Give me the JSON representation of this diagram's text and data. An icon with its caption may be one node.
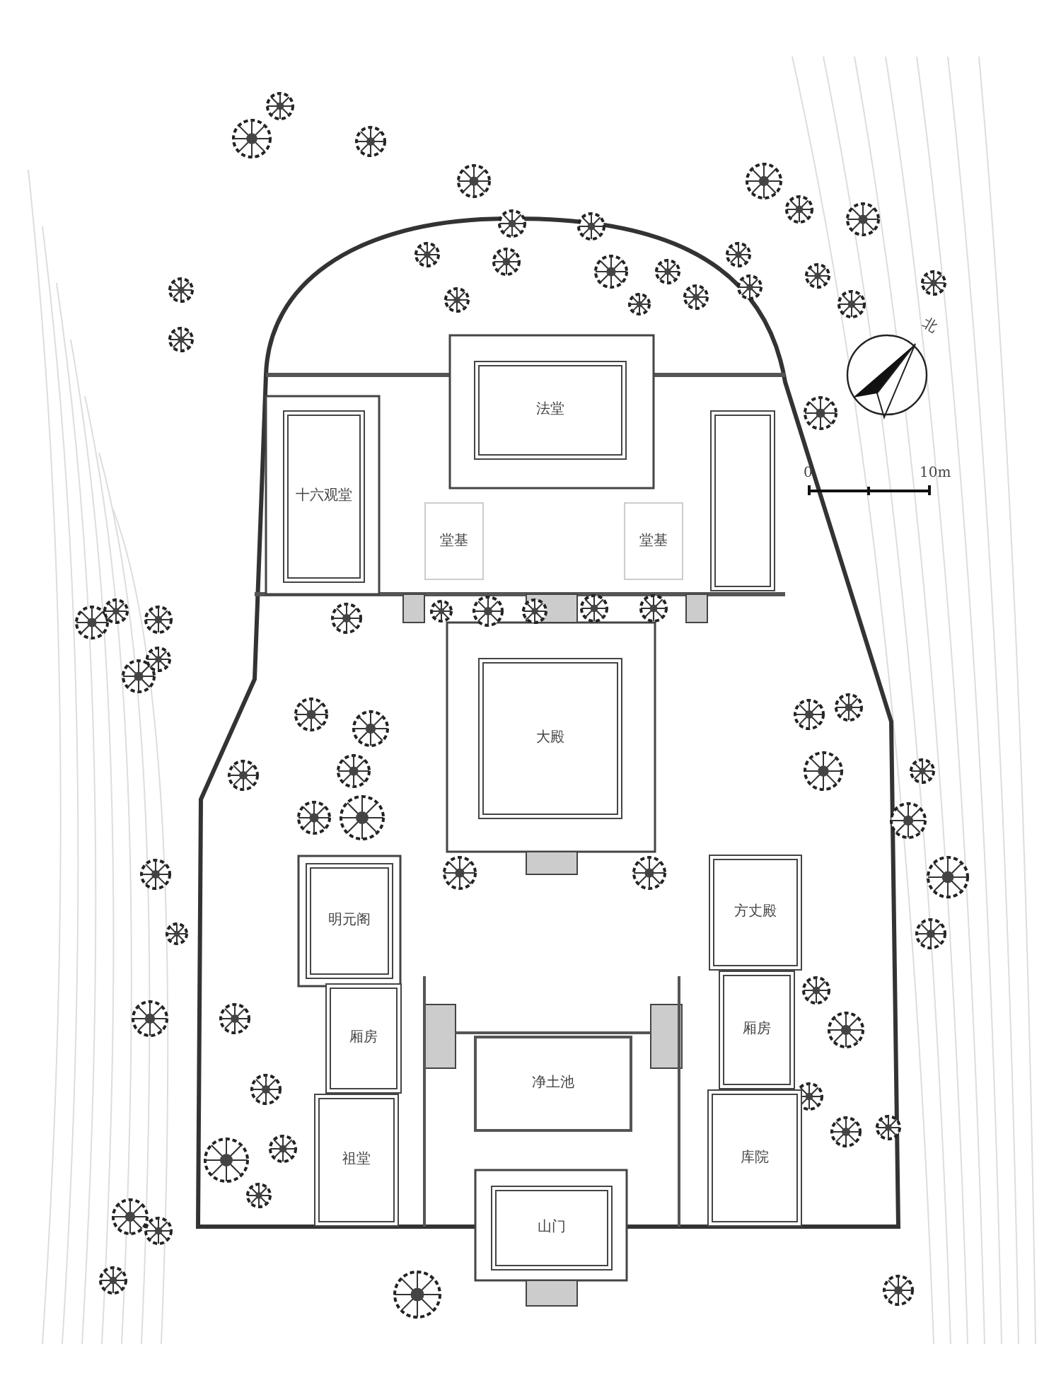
{
  "diagram": {
    "nodes": [
      {
        "text": [
          "十六观堂"
        ]
      },
      {
        "text": [
          "法堂"
        ]
      },
      {
        "text": [
          "堂基"
        ]
      },
      {
        "text": [
          "堂基"
        ]
      },
      {
        "text": [],
        "shape": "box"
      },
      {
        "text": [
          "大殿"
        ]
      },
      {
        "text": [
          "明元阁"
        ]
      },
      {
        "text": [
          "方丈殿"
        ]
      },
      {
        "text": [
          "厢房"
        ]
      },
      {
        "text": [
          "厢房"
        ]
      },
      {
        "text": [
          "净土池"
        ]
      },
      {
        "text": [
          "祖堂"
        ]
      },
      {
        "text": [
          "库院"
        ]
      },
      {
        "text": [
          "山门"
        ]
      }
    ],
    "labels": [
      "北",
      "0",
      "10m"
    ]
  }
}
